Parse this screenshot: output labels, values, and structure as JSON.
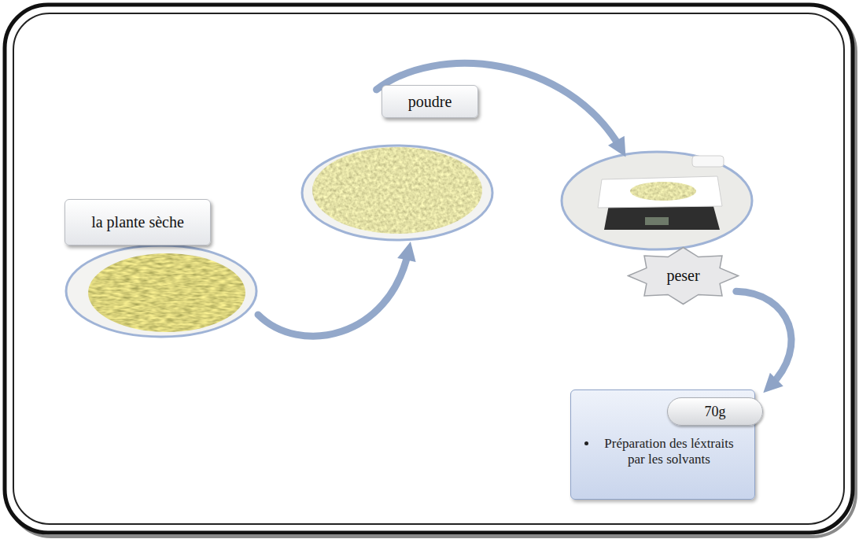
{
  "diagram": {
    "nodes": [
      {
        "text": [
          "la plante sèche"
        ]
      },
      {
        "text": [
          "poudre"
        ]
      },
      {
        "text": [
          "peser"
        ]
      },
      {
        "text": [
          "70g",
          "Préparation des léxtraits par les solvants"
        ]
      }
    ],
    "edges": [
      {
        "from": 0,
        "to": 1,
        "arrow": "to"
      },
      {
        "from": 1,
        "to": 2,
        "arrow": "to"
      },
      {
        "from": 2,
        "to": 3,
        "arrow": "to"
      }
    ]
  }
}
